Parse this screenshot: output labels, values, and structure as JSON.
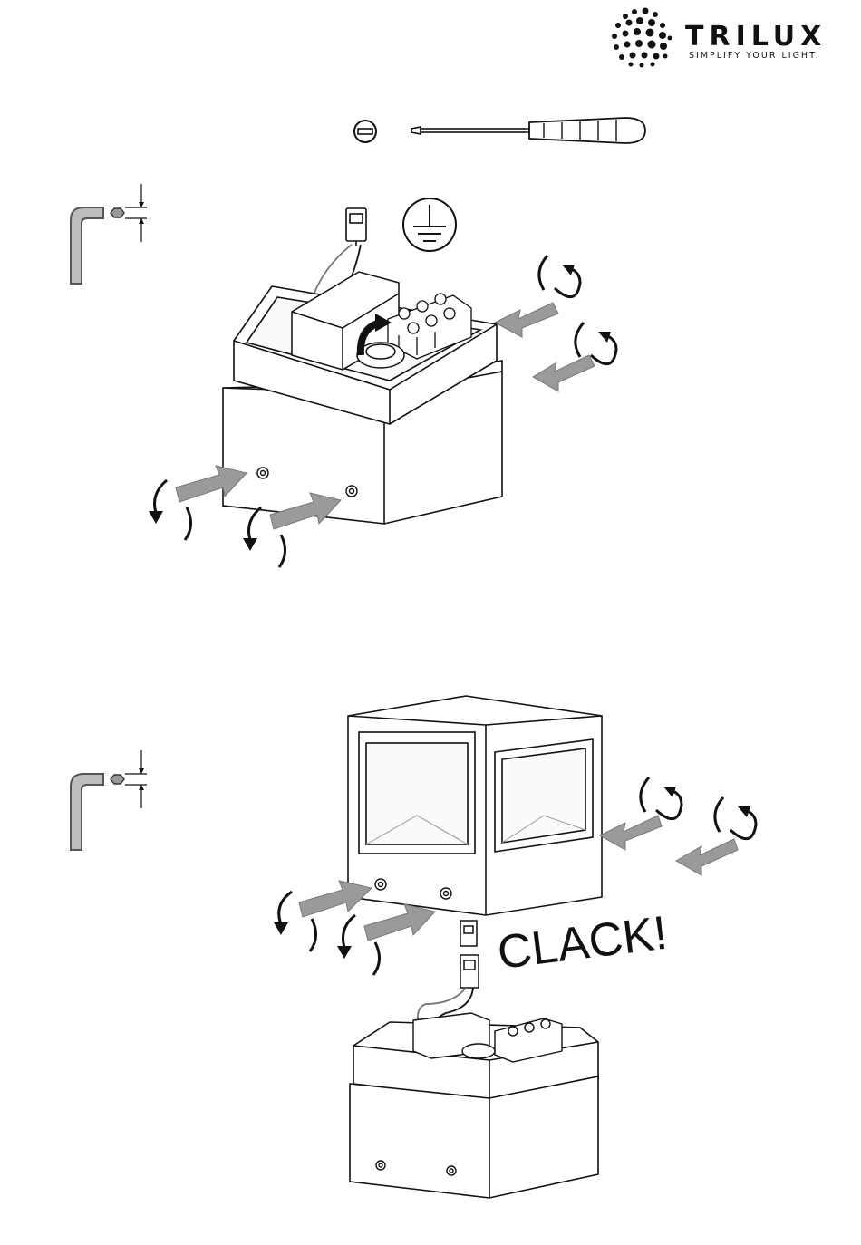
{
  "brand": {
    "name": "TRILUX",
    "tagline": "SIMPLIFY YOUR LIGHT."
  },
  "step2": {
    "sound_label": "CLACK!"
  },
  "colors": {
    "arrow_gray": "#9a9a9a",
    "line_black": "#111111"
  }
}
